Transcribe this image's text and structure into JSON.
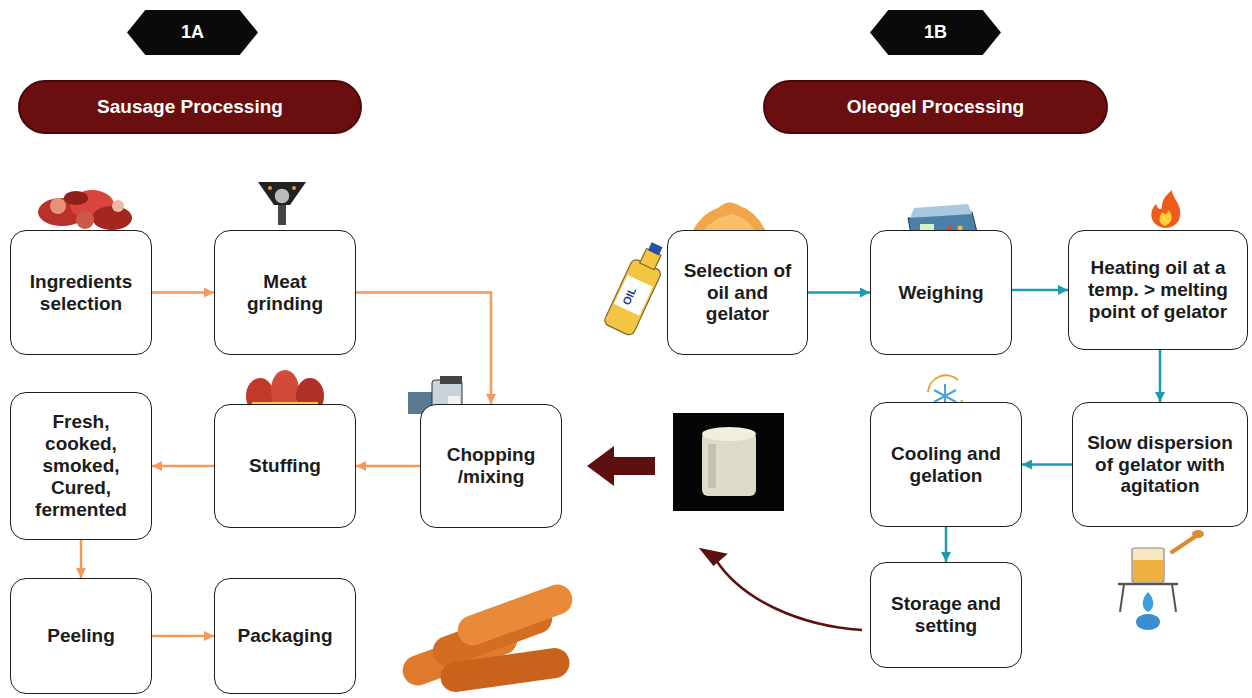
{
  "diagram": {
    "nodes": [
      {
        "text": [
          "1A"
        ]
      },
      {
        "text": [
          "Sausage Processing"
        ]
      },
      {
        "text": [
          "1B"
        ]
      },
      {
        "text": [
          "Oleogel Processing"
        ]
      },
      {
        "text": [
          "Ingredients selection"
        ]
      },
      {
        "text": [
          "Meat grinding"
        ]
      },
      {
        "text": [
          "Chopping /mixing"
        ]
      },
      {
        "text": [
          "Stuffing"
        ]
      },
      {
        "text": [
          "Fresh, cooked, smoked, Cured, fermented"
        ]
      },
      {
        "text": [
          "Peeling"
        ]
      },
      {
        "text": [
          "Packaging"
        ]
      },
      {
        "text": [
          "Selection of oil and gelator"
        ]
      },
      {
        "text": [
          "Weighing"
        ]
      },
      {
        "text": [
          "Heating oil at a temp. > melting point of gelator"
        ]
      },
      {
        "text": [
          "Slow dispersion of gelator with agitation"
        ]
      },
      {
        "text": [
          "Cooling and gelation"
        ]
      },
      {
        "text": [
          "Storage and setting"
        ]
      }
    ],
    "edges": [
      {
        "from": 4,
        "to": 5,
        "arrow": "to"
      },
      {
        "from": 5,
        "to": 6,
        "arrow": "to"
      },
      {
        "from": 6,
        "to": 7,
        "arrow": "to"
      },
      {
        "from": 7,
        "to": 8,
        "arrow": "to"
      },
      {
        "from": 8,
        "to": 9,
        "arrow": "to"
      },
      {
        "from": 9,
        "to": 10,
        "arrow": "to"
      },
      {
        "from": 11,
        "to": 12,
        "arrow": "to"
      },
      {
        "from": 12,
        "to": 13,
        "arrow": "to"
      },
      {
        "from": 13,
        "to": 14,
        "arrow": "to"
      },
      {
        "from": 14,
        "to": 15,
        "arrow": "to"
      },
      {
        "from": 15,
        "to": 16,
        "arrow": "to"
      }
    ],
    "labels": [
      "OIL"
    ]
  }
}
